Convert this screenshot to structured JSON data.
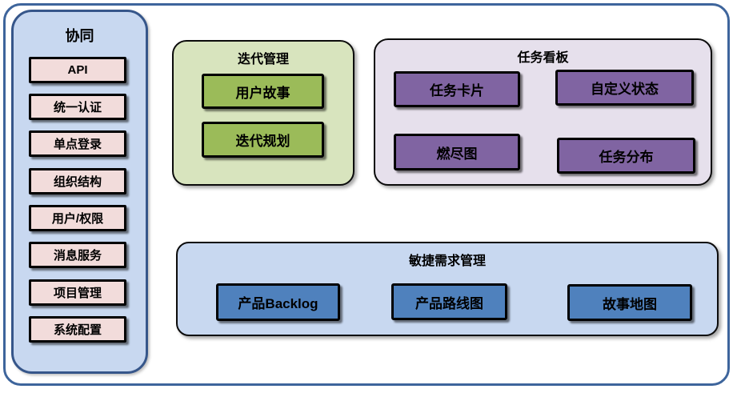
{
  "sidebar": {
    "title": "协同",
    "items": [
      "API",
      "统一认证",
      "单点登录",
      "组织结构",
      "用户/权限",
      "消息服务",
      "项目管理",
      "系统配置"
    ]
  },
  "groups": {
    "iteration": {
      "title": "迭代管理",
      "items": [
        "用户故事",
        "迭代规划"
      ]
    },
    "kanban": {
      "title": "任务看板",
      "items": [
        "任务卡片",
        "自定义状态",
        "燃尽图",
        "任务分布"
      ]
    },
    "requirements": {
      "title": "敏捷需求管理",
      "items": [
        "产品Backlog",
        "产品路线图",
        "故事地图"
      ]
    }
  },
  "colors": {
    "frame_border": "#3E659C",
    "sidebar_fill": "#C8D8F0",
    "sidebar_border": "#36568A",
    "sidebar_item_fill": "#F2DCDB",
    "iteration_fill": "#D8E4BE",
    "iteration_item_fill": "#9BBB59",
    "kanban_fill": "#E6E0EC",
    "kanban_item_fill": "#8064A2",
    "requirements_fill": "#C8D8F0",
    "requirements_item_fill": "#4F81BD",
    "box_border": "#000000",
    "text": "#000000"
  }
}
